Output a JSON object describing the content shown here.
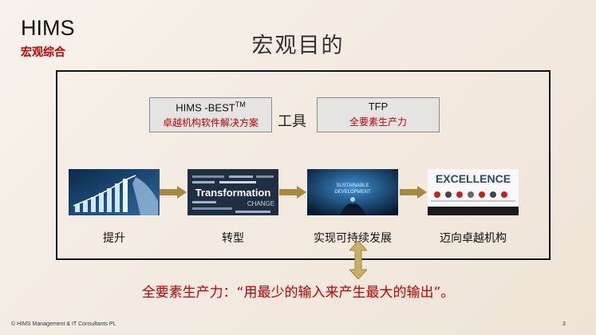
{
  "header": {
    "brand": "HIMS",
    "brand_sub": "宏观综合",
    "title": "宏观目的"
  },
  "tools": {
    "left_box": {
      "line1": "HIMS -BEST",
      "tm": "TM",
      "line2": "卓越机构软件解决方案"
    },
    "connector": "工具",
    "right_box": {
      "line1": "TFP",
      "line2": "全要素生产力"
    }
  },
  "stages": [
    {
      "label": "提升",
      "icon": "rising-bar-chart-image"
    },
    {
      "label": "转型",
      "icon": "transformation-word-cloud-image"
    },
    {
      "label": "实现可持续发展",
      "icon": "sustainable-development-image"
    },
    {
      "label": "迈向卓越机构",
      "icon": "excellence-image"
    }
  ],
  "image_text": {
    "transformation": "Transformation",
    "change": "CHANGE",
    "sustainable": "SUSTAINABLE",
    "development": "DEVELOPMENT",
    "excellence": "EXCELLENCE"
  },
  "tagline": "全要素生产力：“用最少的输入来产生最大的输出”。",
  "footer": {
    "copyright": "© HIMS Management & IT Consultants PL",
    "page": "3"
  },
  "colors": {
    "accent_red": "#c00000",
    "arrow_fill": "#a88a3c",
    "box_fill": "#e6e4e3"
  }
}
